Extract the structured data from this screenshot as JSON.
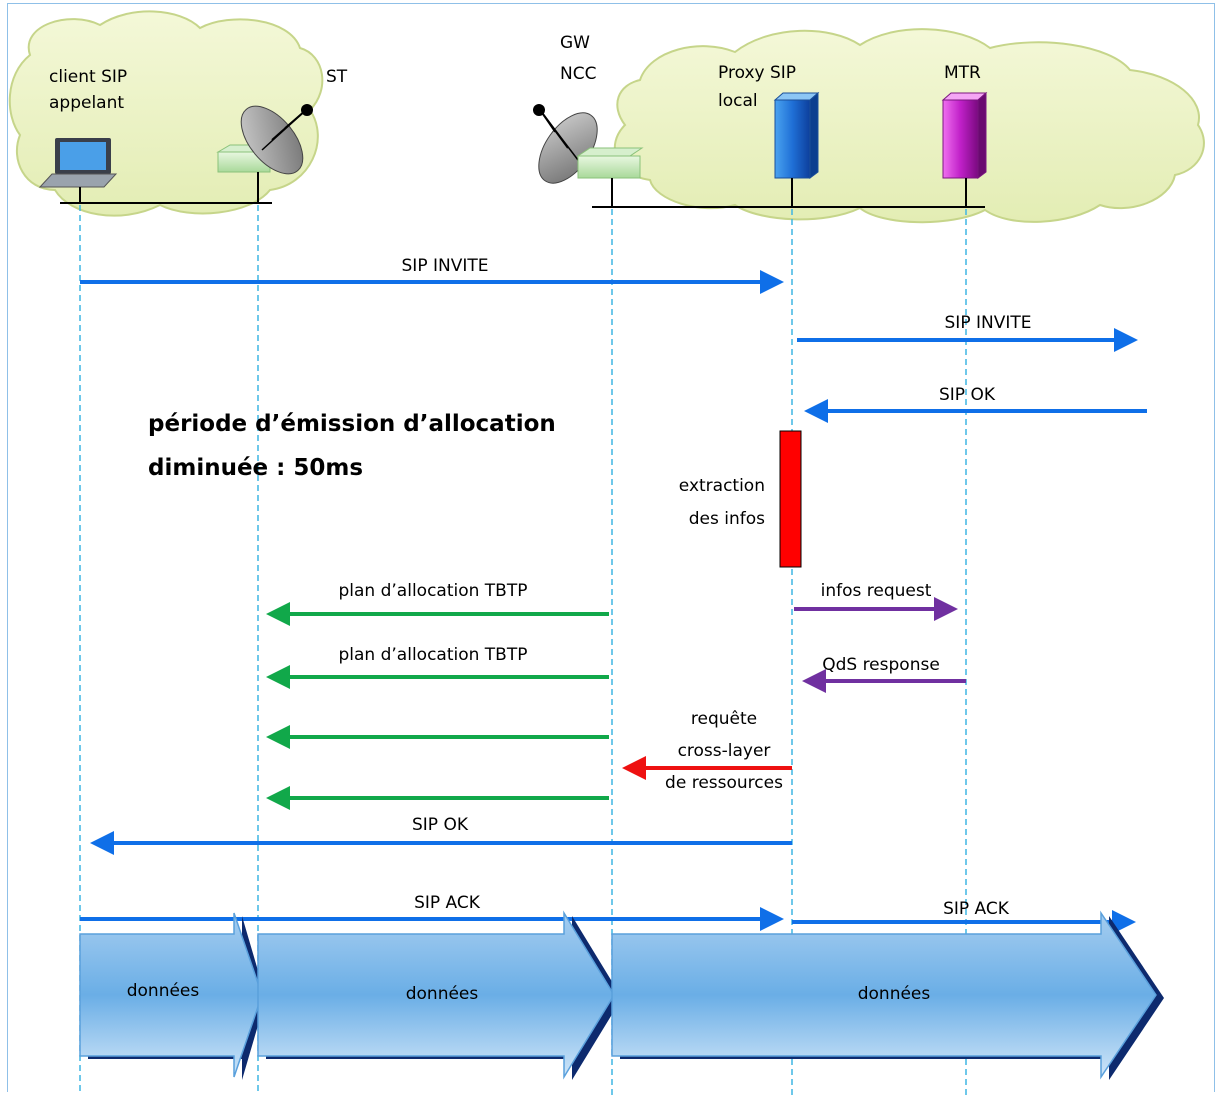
{
  "nodes": {
    "client": "client SIP\nappelant",
    "st": "ST",
    "gw": "GW\nNCC",
    "proxy": "Proxy SIP\nlocal",
    "mtr": "MTR"
  },
  "note": {
    "line1": "période d’émission d’allocation",
    "line2": "diminuée : 50ms"
  },
  "process": {
    "label": "extraction\ndes infos",
    "color": "#ff0000"
  },
  "messages": {
    "invite1": "SIP INVITE",
    "invite2": "SIP INVITE",
    "ok1": "SIP OK",
    "tbtp1": "plan d’allocation TBTP",
    "tbtp2": "plan d’allocation TBTP",
    "infos_request": "infos request",
    "qds_response": "QdS response",
    "crosslayer": "requête\ncross-layer\nde ressources",
    "ok2": "SIP OK",
    "ack1": "SIP ACK",
    "ack2": "SIP ACK"
  },
  "data_flows": {
    "d1": "données",
    "d2": "données",
    "d3": "données"
  },
  "colors": {
    "sip": "#0f6fe8",
    "mac": "#11a84a",
    "qos": "#7030a0",
    "crosslayer": "#ee1111",
    "lifeline": "#3fb5e3"
  }
}
